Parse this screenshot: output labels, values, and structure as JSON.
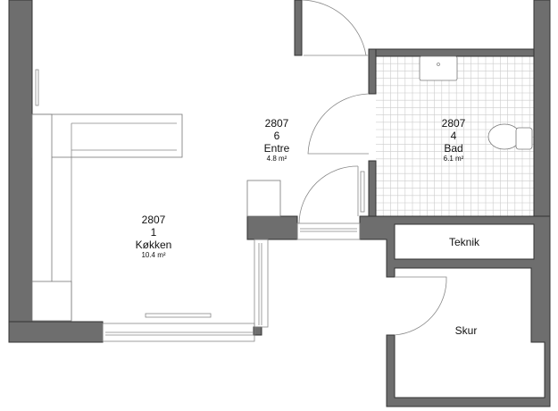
{
  "rooms": {
    "entre": {
      "building": "2807",
      "number": "6",
      "name": "Entre",
      "area": "4.8 m²"
    },
    "bad": {
      "building": "2807",
      "number": "4",
      "name": "Bad",
      "area": "6.1 m²"
    },
    "kokken": {
      "building": "2807",
      "number": "1",
      "name": "Køkken",
      "area": "10.4 m²"
    },
    "teknik": {
      "name": "Teknik"
    },
    "skur": {
      "name": "Skur"
    }
  },
  "colors": {
    "wall": "#6e6e6e",
    "tile": "#cccccc"
  }
}
